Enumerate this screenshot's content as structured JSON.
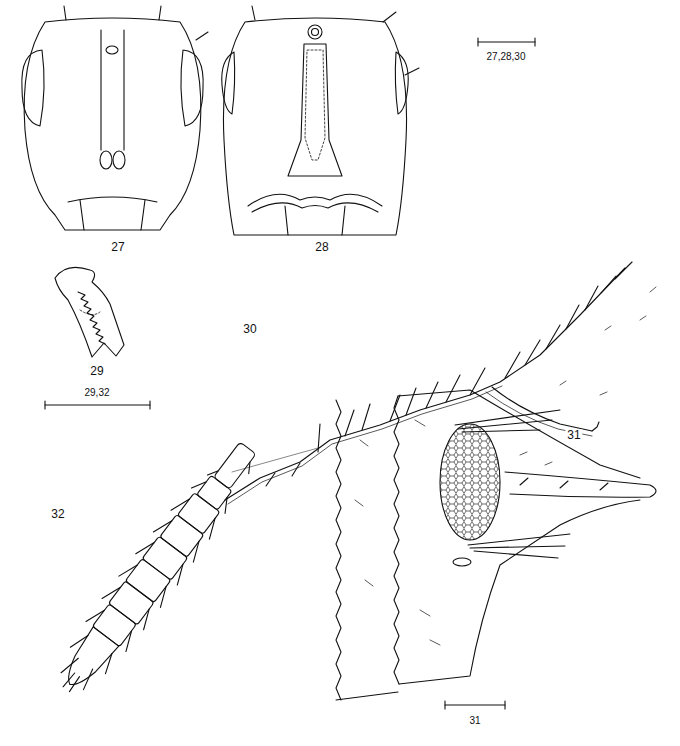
{
  "diagram": {
    "labels": [
      "27,28,30",
      "27",
      "28",
      "29",
      "30",
      "29,32",
      "32",
      "31",
      "31"
    ]
  }
}
